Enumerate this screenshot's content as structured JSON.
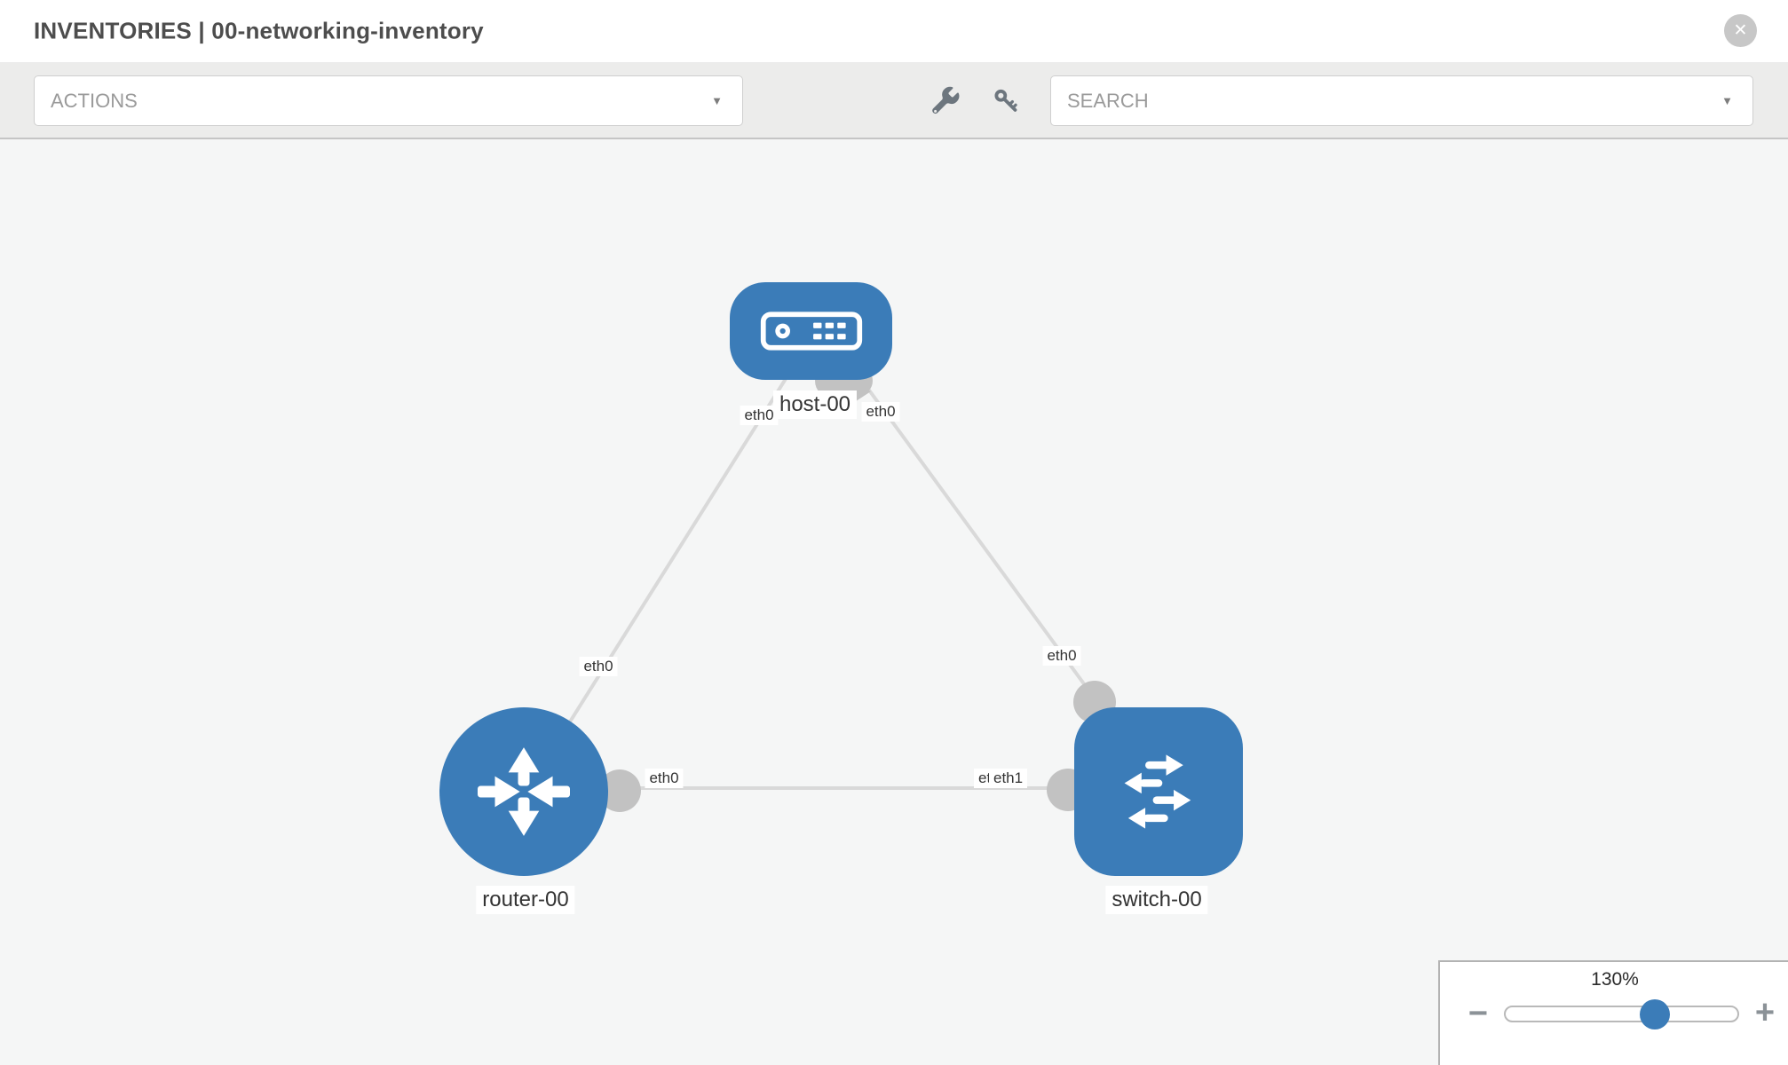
{
  "header": {
    "title": "INVENTORIES | 00-networking-inventory",
    "close_icon": "✕"
  },
  "toolbar": {
    "actions_label": "ACTIONS",
    "search_placeholder": "SEARCH",
    "caret_icon": "▼"
  },
  "topology": {
    "nodes": [
      {
        "id": "host-00",
        "label": "host-00",
        "type": "host"
      },
      {
        "id": "router-00",
        "label": "router-00",
        "type": "router"
      },
      {
        "id": "switch-00",
        "label": "switch-00",
        "type": "switch"
      }
    ],
    "links": [
      {
        "from": "host-00",
        "from_interface": "eth0",
        "to": "router-00",
        "to_interface": "eth0"
      },
      {
        "from": "host-00",
        "from_interface": "eth0",
        "to": "switch-00",
        "to_interface": "eth0"
      },
      {
        "from": "router-00",
        "from_interface": "eth0",
        "to": "switch-00",
        "to_interface": "eth1"
      }
    ],
    "interface_labels": [
      {
        "text": "eth0"
      },
      {
        "text": "eth0"
      },
      {
        "text": "eth0"
      },
      {
        "text": "eth0"
      },
      {
        "text": "eth0"
      },
      {
        "text": "eth0"
      },
      {
        "text": "eth1"
      }
    ]
  },
  "zoom_control": {
    "level": "130%",
    "minus_icon": "−",
    "plus_icon": "+"
  },
  "colors": {
    "node_blue": "#3b7cb8",
    "port_gray": "#c2c2c2",
    "link_gray": "#d9d9d9",
    "canvas_bg": "#f5f6f6",
    "toolbar_bg": "#ececeb",
    "header_text": "#4d4d4d"
  }
}
